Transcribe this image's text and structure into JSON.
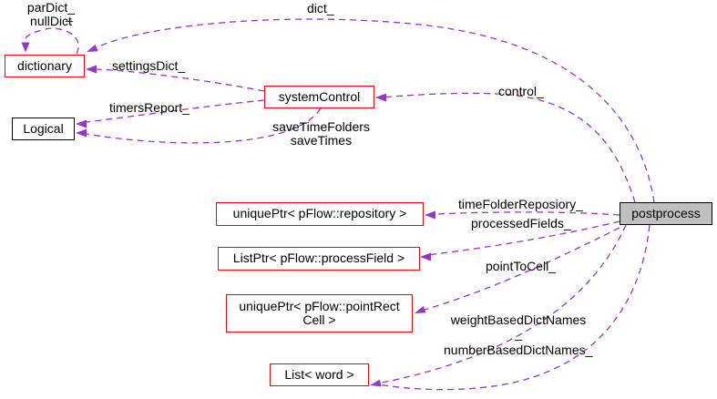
{
  "diagram_type": "doxygen-collaboration-graph",
  "colors": {
    "background": "#ffffff",
    "edge": "#9a32cd",
    "class_border_red": "#ff0000",
    "class_border_black": "#000000",
    "current_node_fill": "#bfbfbf",
    "text": "#000000"
  },
  "nodes": {
    "dictionary": {
      "label": "dictionary"
    },
    "logical": {
      "label": "Logical"
    },
    "system_control": {
      "label": "systemControl"
    },
    "unique_ptr_repository": {
      "label": "uniquePtr< pFlow::repository >"
    },
    "list_ptr_process_field": {
      "label": "ListPtr< pFlow::processField >"
    },
    "unique_ptr_point_rect_cell": {
      "line1": "uniquePtr< pFlow::pointRect",
      "line2": "Cell >"
    },
    "list_word": {
      "label": "List< word >"
    },
    "postprocess": {
      "label": "postprocess"
    }
  },
  "edge_labels": {
    "par_dict": {
      "line1": "parDict_",
      "line2": "nullDict",
      "wrapped_underscore": "_"
    },
    "dict": "dict_",
    "settings_dict": "settingsDict_",
    "control": "control_",
    "timers_report": "timersReport_",
    "save_time": {
      "line1": "saveTimeFolders",
      "line2": "saveTimes"
    },
    "time_folder_repository": "timeFolderReposiory_",
    "processed_fields": "processedFields_",
    "point_to_cell": "pointToCell_",
    "weight_based": {
      "line1": "weightBasedDictNames",
      "line2": "_"
    },
    "number_based": "numberBasedDictNames_"
  }
}
